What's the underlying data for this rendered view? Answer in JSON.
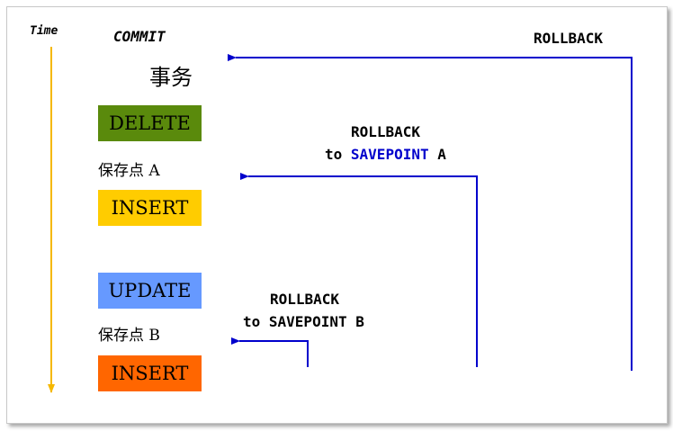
{
  "time_label": "Time",
  "commit_label": "COMMIT",
  "transaction_label": "事务",
  "savepoint_a_label": "保存点 A",
  "savepoint_b_label": "保存点 B",
  "ops": [
    {
      "label": "DELETE",
      "color": "#5a8a0c"
    },
    {
      "label": "INSERT",
      "color": "#ffcc00"
    },
    {
      "label": "UPDATE",
      "color": "#6699ff"
    },
    {
      "label": "INSERT",
      "color": "#ff6600"
    }
  ],
  "rollback_full": "ROLLBACK",
  "rollback_a": {
    "line1": "ROLLBACK",
    "to": "to",
    "savepoint": "SAVEPOINT",
    "name": "A"
  },
  "rollback_b": {
    "line1": "ROLLBACK",
    "line2": "to SAVEPOINT B"
  },
  "colors": {
    "arrow": "#0000cc",
    "timeline": "#f5b800",
    "savepoint_highlight": "#0000cc"
  }
}
